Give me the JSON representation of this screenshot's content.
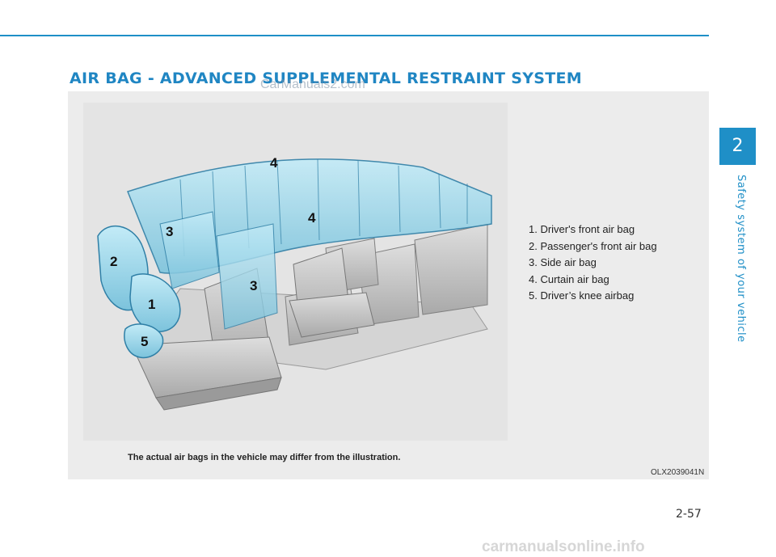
{
  "header": {
    "title": "AIR BAG - ADVANCED SUPPLEMENTAL RESTRAINT SYSTEM",
    "watermark": "CarManuals2.com"
  },
  "figure": {
    "callouts": {
      "driver_front": "1",
      "passenger_front": "2",
      "side_front": "3",
      "side_rear": "3",
      "curtain_front": "4",
      "curtain_rear": "4",
      "knee": "5"
    },
    "legend": [
      "1. Driver's front air bag",
      "2. Passenger's front air bag",
      "3. Side air bag",
      "4. Curtain air bag",
      "5. Driver’s knee airbag"
    ],
    "caption": "The actual air bags in the vehicle may differ from the illustration.",
    "code": "OLX2039041N",
    "colors": {
      "airbag_fill": "#9fd6ea",
      "airbag_stroke": "#2f7fa6",
      "seat_fill": "#c9c9c9"
    }
  },
  "sidebar": {
    "chapter_number": "2",
    "chapter_title": "Safety system of your vehicle"
  },
  "footer": {
    "page_number": "2-57",
    "watermark": "carmanualsonline.info"
  }
}
